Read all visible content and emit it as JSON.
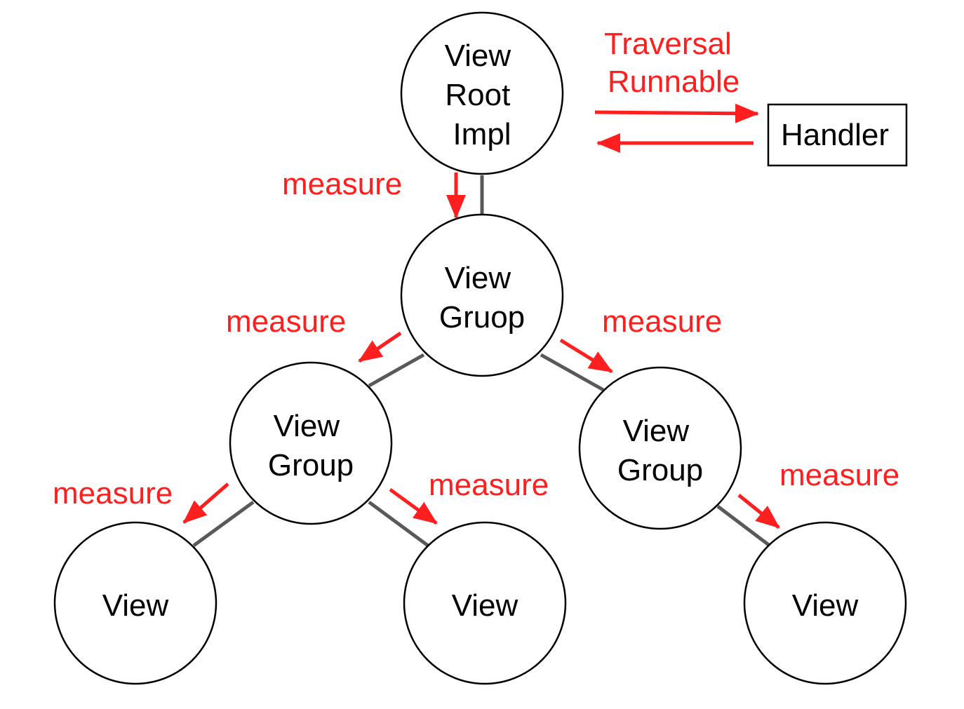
{
  "colors": {
    "accent": "#ff1f1f",
    "edge": "#595959",
    "node_stroke": "#000000"
  },
  "nodes": {
    "viewrootimpl": {
      "lines": [
        "View",
        "Root",
        "Impl"
      ]
    },
    "viewgroup_top": {
      "lines": [
        "View",
        "Gruop"
      ]
    },
    "viewgroup_left": {
      "lines": [
        "View",
        "Group"
      ]
    },
    "viewgroup_right": {
      "lines": [
        "View",
        "Group"
      ]
    },
    "view_1": {
      "lines": [
        "View"
      ]
    },
    "view_2": {
      "lines": [
        "View"
      ]
    },
    "view_3": {
      "lines": [
        "View"
      ]
    }
  },
  "handler": {
    "label": "Handler"
  },
  "traversal": {
    "lines": [
      "Traversal",
      "Runnable"
    ]
  },
  "measure_labels": {
    "root_to_top": "measure",
    "top_to_left": "measure",
    "top_to_right": "measure",
    "left_to_view1": "measure",
    "left_to_view2": "measure",
    "right_to_view3": "measure"
  }
}
